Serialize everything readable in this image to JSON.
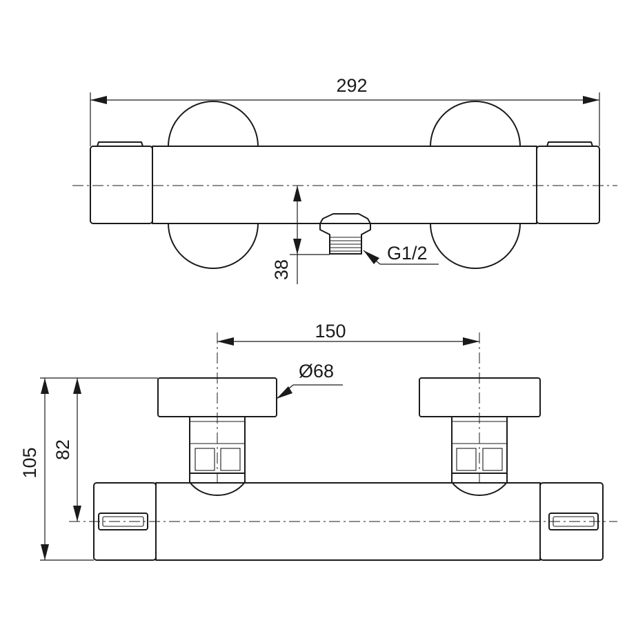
{
  "top_view": {
    "overall_width": "292",
    "outlet_offset": "38",
    "outlet_thread": "G1/2"
  },
  "front_view": {
    "connection_spacing": "150",
    "handle_diameter": "Ø68",
    "overall_height": "105",
    "centerline_height": "82"
  }
}
